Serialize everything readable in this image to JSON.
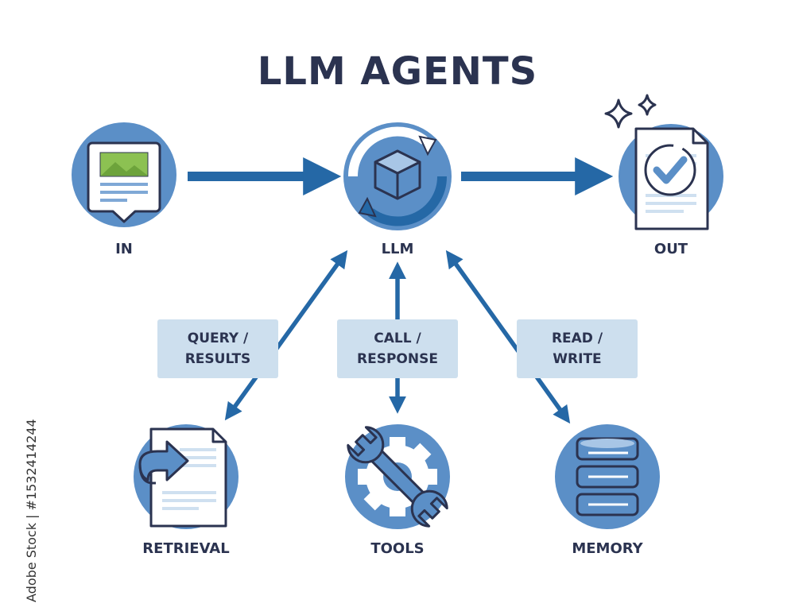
{
  "title": "LLM AGENTS",
  "nodes": {
    "in": {
      "label": "IN",
      "icon": "document-image-icon"
    },
    "llm": {
      "label": "LLM",
      "icon": "cube-cycle-icon"
    },
    "out": {
      "label": "OUT",
      "icon": "document-check-icon"
    },
    "retrieval": {
      "label": "RETRIEVAL",
      "icon": "document-arrow-icon"
    },
    "tools": {
      "label": "TOOLS",
      "icon": "wrench-gear-icon"
    },
    "memory": {
      "label": "MEMORY",
      "icon": "database-icon"
    }
  },
  "edges": {
    "query_results": {
      "line1": "QUERY /",
      "line2": "RESULTS"
    },
    "call_response": {
      "line1": "CALL /",
      "line2": "RESPONSE"
    },
    "read_write": {
      "line1": "READ /",
      "line2": "WRITE"
    }
  },
  "watermark": "Adobe Stock | #1532414244",
  "colors": {
    "navy": "#2b3350",
    "circle": "#5b8fc7",
    "arrow": "#2568a6",
    "label_box": "#cddfee",
    "pale_blue": "#cfe0f0",
    "green": "#8cc152"
  }
}
